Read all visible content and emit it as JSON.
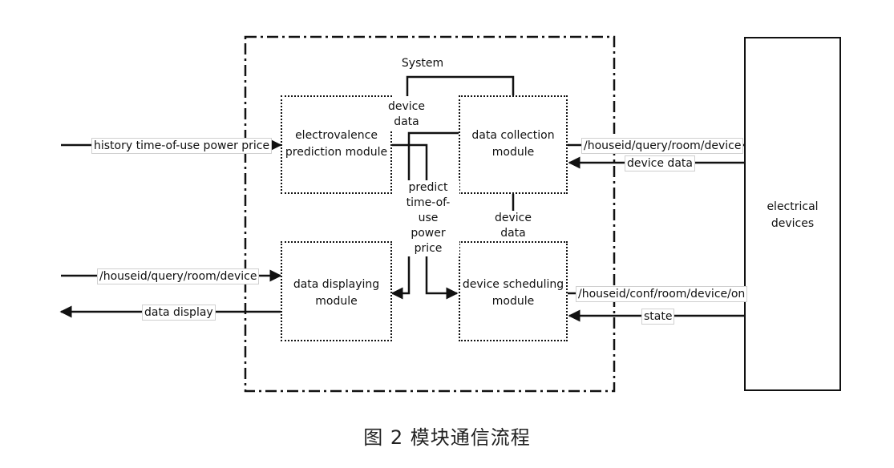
{
  "system": {
    "label": "System"
  },
  "modules": {
    "electrovalence": "electrovalence\nprediction module",
    "data_collection": "data collection\nmodule",
    "data_displaying": "data displaying\nmodule",
    "device_scheduling": "device scheduling\nmodule"
  },
  "electrical_devices": "electrical\ndevices",
  "labels": {
    "history_price": "history time-of-use power price",
    "query_in": "/houseid/query/room/device",
    "data_display": "data display",
    "device_data_top": "device\ndata",
    "predict_price": "predict\ntime-of-use\npower\nprice",
    "device_data_mid": "device data",
    "query_out": "/houseid/query/room/device",
    "device_data_right": "device data",
    "conf_out": "/houseid/conf/room/device/on",
    "state": "state"
  },
  "caption": "图 2  模块通信流程"
}
